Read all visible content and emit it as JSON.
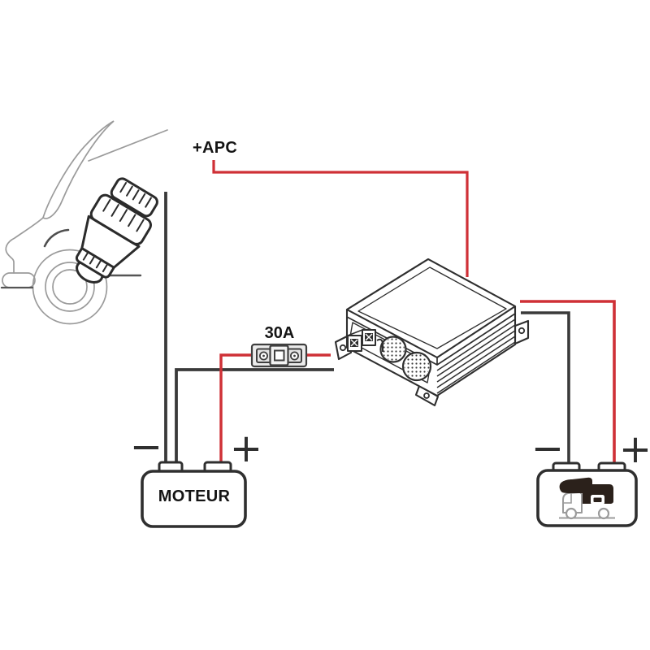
{
  "diagram": {
    "apc_label": "+APC",
    "fuse": {
      "rating": "30A"
    },
    "starter_battery": {
      "label": "MOTEUR",
      "negative_symbol": "−",
      "positive_symbol": "+"
    },
    "leisure_battery": {
      "negative_symbol": "−",
      "positive_symbol": "+",
      "icon": "camper-van-icon"
    },
    "charger": {
      "icon": "dc-dc-charger-icon"
    },
    "vehicle": {
      "icon": "car-front-icon"
    },
    "alternator_plug": {
      "icon": "alternator-plug-icon"
    },
    "colors": {
      "positive_wire": "#cf3036",
      "negative_wire": "#3a3a3a",
      "outline": "#2f2f2f",
      "car_sketch": "#9b9b9b",
      "fuse_fill": "#ececec",
      "camper_icon": "#2b211b"
    }
  }
}
